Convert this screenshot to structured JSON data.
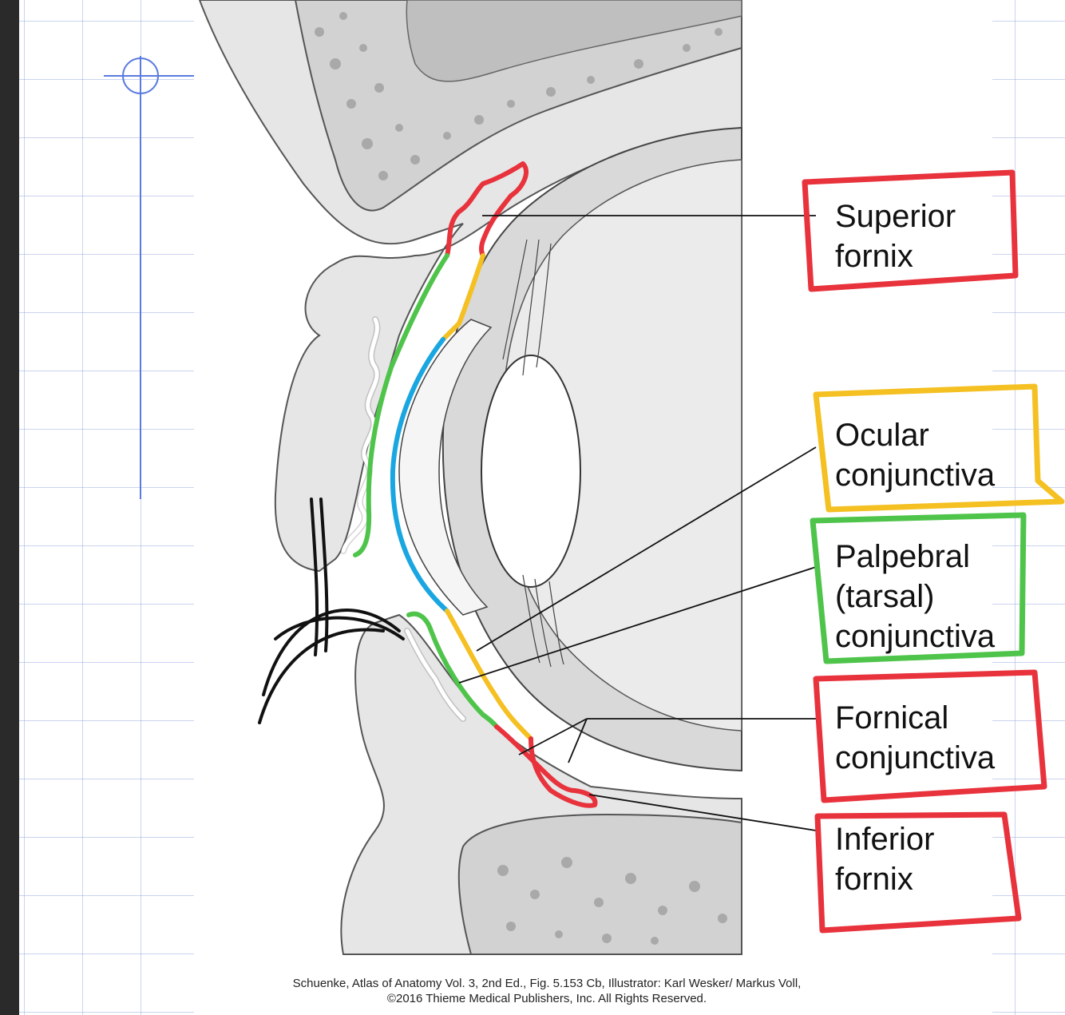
{
  "labels": {
    "superior_fornix": [
      "Superior",
      "fornix"
    ],
    "ocular_conjunctiva": [
      "Ocular",
      "conjunctiva"
    ],
    "palpebral_conjunctiva": [
      "Palpebral",
      "(tarsal)",
      "conjunctiva"
    ],
    "fornical_conjunctiva": [
      "Fornical",
      "conjunctiva"
    ],
    "inferior_fornix": [
      "Inferior",
      "fornix"
    ]
  },
  "caption": {
    "line1": "Schuenke, Atlas of Anatomy Vol. 3, 2nd Ed., Fig. 5.153 Cb, Illustrator: Karl Wesker/ Markus Voll,",
    "line2": "©2016 Thieme Medical Publishers, Inc. All Rights Reserved."
  },
  "colors": {
    "fornix_red": "#e8323c",
    "ocular_yellow": "#f5c022",
    "palpebral_green": "#4fc44b",
    "cornea_blue": "#1aa6e0",
    "guide_blue": "#5b7be0"
  }
}
